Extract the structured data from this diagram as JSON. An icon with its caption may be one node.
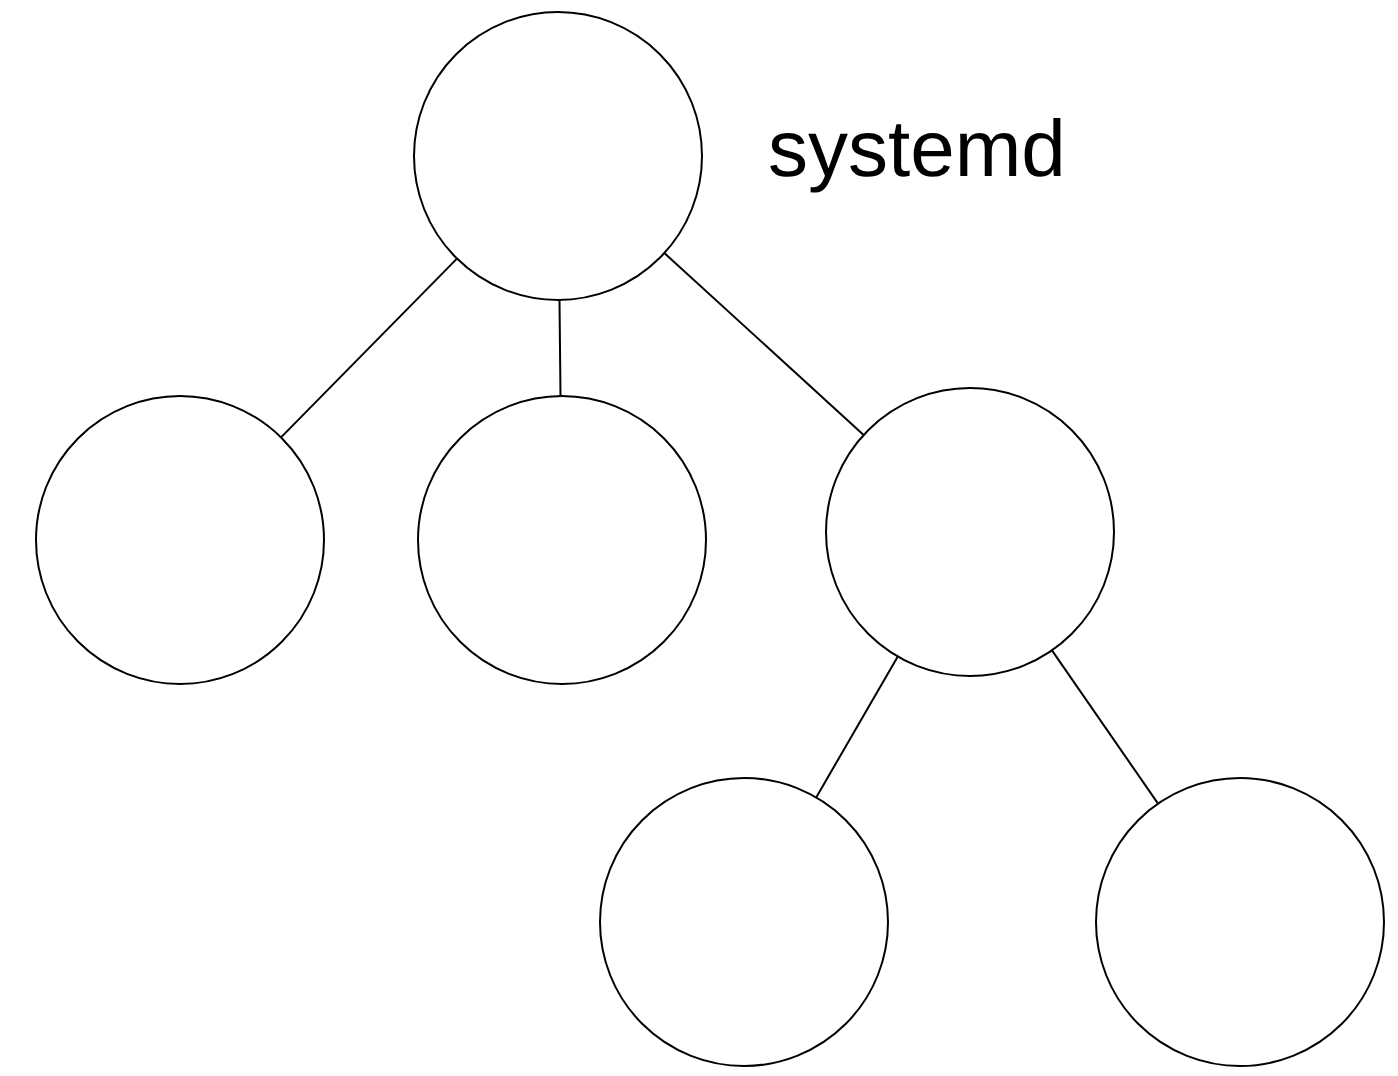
{
  "diagram": {
    "nodes": [
      {
        "text": [],
        "shape": "circle",
        "beside": [
          "systemd"
        ]
      },
      {
        "text": [],
        "shape": "circle"
      },
      {
        "text": [],
        "shape": "circle"
      },
      {
        "text": [],
        "shape": "circle"
      },
      {
        "text": [],
        "shape": "circle"
      },
      {
        "text": [],
        "shape": "circle"
      }
    ],
    "edges": [
      {
        "from": 0,
        "to": 1,
        "arrow": "none"
      },
      {
        "from": 0,
        "to": 2,
        "arrow": "none"
      },
      {
        "from": 0,
        "to": 3,
        "arrow": "none"
      },
      {
        "from": 3,
        "to": 4,
        "arrow": "none"
      },
      {
        "from": 3,
        "to": 5,
        "arrow": "none"
      }
    ]
  }
}
